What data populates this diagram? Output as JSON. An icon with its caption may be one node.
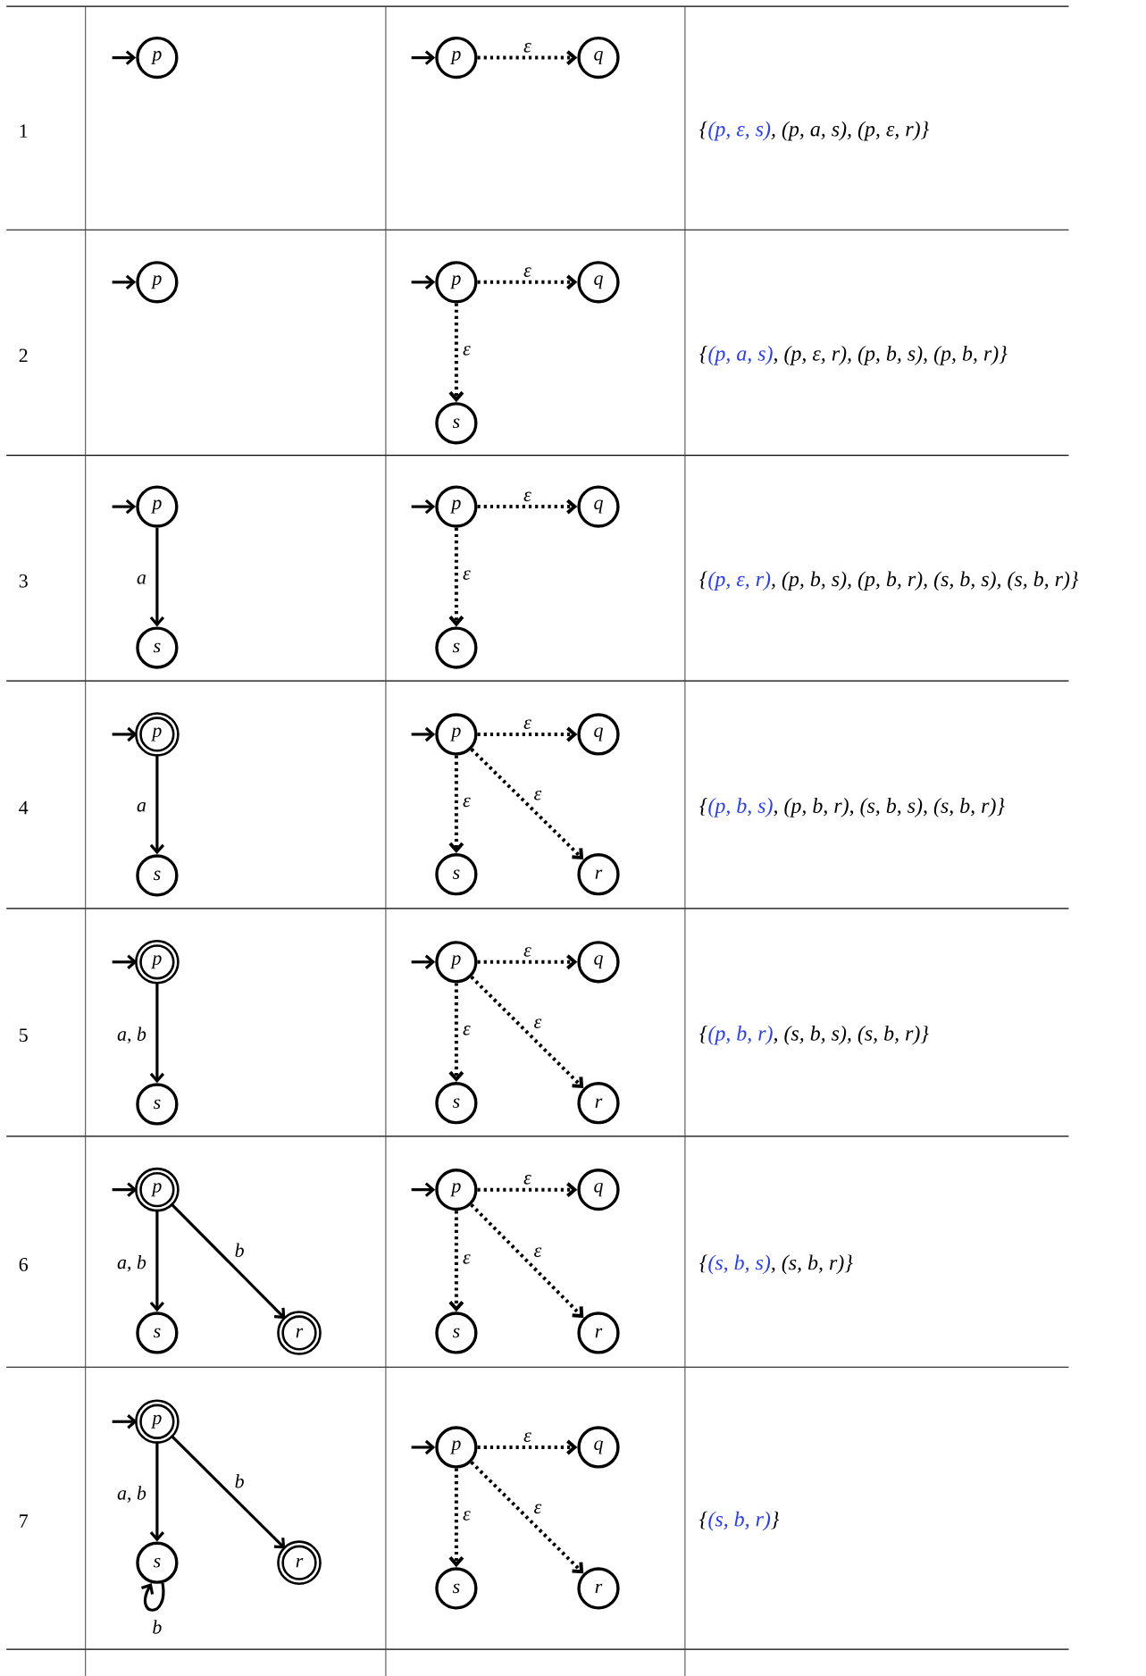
{
  "diagram": {
    "nodes": [
      {
        "text": [
          "p"
        ]
      },
      {
        "text": [
          "p"
        ]
      },
      {
        "text": [
          "q"
        ]
      },
      {
        "text": [
          "p"
        ]
      },
      {
        "text": [
          "p"
        ]
      },
      {
        "text": [
          "q"
        ]
      },
      {
        "text": [
          "s"
        ]
      },
      {
        "text": [
          "p"
        ]
      },
      {
        "text": [
          "s"
        ]
      },
      {
        "text": [
          "p"
        ]
      },
      {
        "text": [
          "q"
        ]
      },
      {
        "text": [
          "s"
        ]
      },
      {
        "text": [
          "p"
        ]
      },
      {
        "text": [
          "s"
        ]
      },
      {
        "text": [
          "p"
        ]
      },
      {
        "text": [
          "q"
        ]
      },
      {
        "text": [
          "s"
        ]
      },
      {
        "text": [
          "r"
        ]
      },
      {
        "text": [
          "p"
        ]
      },
      {
        "text": [
          "s"
        ]
      },
      {
        "text": [
          "p"
        ]
      },
      {
        "text": [
          "q"
        ]
      },
      {
        "text": [
          "s"
        ]
      },
      {
        "text": [
          "r"
        ]
      },
      {
        "text": [
          "p"
        ]
      },
      {
        "text": [
          "s"
        ]
      },
      {
        "text": [
          "r"
        ]
      },
      {
        "text": [
          "p"
        ]
      },
      {
        "text": [
          "q"
        ]
      },
      {
        "text": [
          "s"
        ]
      },
      {
        "text": [
          "r"
        ]
      },
      {
        "text": [
          "p"
        ]
      },
      {
        "text": [
          "s"
        ]
      },
      {
        "text": [
          "r"
        ]
      },
      {
        "text": [
          "p"
        ]
      },
      {
        "text": [
          "q"
        ]
      },
      {
        "text": [
          "s"
        ]
      },
      {
        "text": [
          "r"
        ]
      }
    ],
    "edges": [
      {
        "from": null,
        "to": 0,
        "arrow": "to"
      },
      {
        "from": null,
        "to": 1,
        "arrow": "to"
      },
      {
        "from": 1,
        "to": 2,
        "arrow": "to",
        "label": "ε",
        "style": "dashed"
      },
      {
        "from": null,
        "to": 3,
        "arrow": "to"
      },
      {
        "from": null,
        "to": 4,
        "arrow": "to"
      },
      {
        "from": 4,
        "to": 5,
        "arrow": "to",
        "label": "ε",
        "style": "dashed"
      },
      {
        "from": 4,
        "to": 6,
        "arrow": "to",
        "label": "ε",
        "style": "dashed"
      },
      {
        "from": null,
        "to": 7,
        "arrow": "to"
      },
      {
        "from": 7,
        "to": 8,
        "arrow": "to",
        "label": "a"
      },
      {
        "from": null,
        "to": 9,
        "arrow": "to"
      },
      {
        "from": 9,
        "to": 10,
        "arrow": "to",
        "label": "ε",
        "style": "dashed"
      },
      {
        "from": 9,
        "to": 11,
        "arrow": "to",
        "label": "ε",
        "style": "dashed"
      },
      {
        "from": null,
        "to": 12,
        "arrow": "to"
      },
      {
        "from": 12,
        "to": 13,
        "arrow": "to",
        "label": "a"
      },
      {
        "from": null,
        "to": 14,
        "arrow": "to"
      },
      {
        "from": 14,
        "to": 15,
        "arrow": "to",
        "label": "ε",
        "style": "dashed"
      },
      {
        "from": 14,
        "to": 16,
        "arrow": "to",
        "label": "ε",
        "style": "dashed"
      },
      {
        "from": 14,
        "to": 17,
        "arrow": "to",
        "label": "ε",
        "style": "dashed"
      },
      {
        "from": null,
        "to": 18,
        "arrow": "to"
      },
      {
        "from": 18,
        "to": 19,
        "arrow": "to",
        "label": "a, b"
      },
      {
        "from": null,
        "to": 20,
        "arrow": "to"
      },
      {
        "from": 20,
        "to": 21,
        "arrow": "to",
        "label": "ε",
        "style": "dashed"
      },
      {
        "from": 20,
        "to": 22,
        "arrow": "to",
        "label": "ε",
        "style": "dashed"
      },
      {
        "from": 20,
        "to": 23,
        "arrow": "to",
        "label": "ε",
        "style": "dashed"
      },
      {
        "from": null,
        "to": 24,
        "arrow": "to"
      },
      {
        "from": 24,
        "to": 25,
        "arrow": "to",
        "label": "a, b"
      },
      {
        "from": 24,
        "to": 26,
        "arrow": "to",
        "label": "b"
      },
      {
        "from": null,
        "to": 27,
        "arrow": "to"
      },
      {
        "from": 27,
        "to": 28,
        "arrow": "to",
        "label": "ε",
        "style": "dashed"
      },
      {
        "from": 27,
        "to": 29,
        "arrow": "to",
        "label": "ε",
        "style": "dashed"
      },
      {
        "from": 27,
        "to": 30,
        "arrow": "to",
        "label": "ε",
        "style": "dashed"
      },
      {
        "from": null,
        "to": 31,
        "arrow": "to"
      },
      {
        "from": 31,
        "to": 32,
        "arrow": "to",
        "label": "a, b"
      },
      {
        "from": 31,
        "to": 33,
        "arrow": "to",
        "label": "b"
      },
      {
        "from": 32,
        "to": 32,
        "arrow": "to",
        "label": "b"
      },
      {
        "from": null,
        "to": 34,
        "arrow": "to"
      },
      {
        "from": 34,
        "to": 35,
        "arrow": "to",
        "label": "ε",
        "style": "dashed"
      },
      {
        "from": 34,
        "to": 36,
        "arrow": "to",
        "label": "ε",
        "style": "dashed"
      },
      {
        "from": 34,
        "to": 37,
        "arrow": "to",
        "label": "ε",
        "style": "dashed"
      }
    ],
    "labels": [
      "1",
      "{",
      "(p, ε, s)",
      ", (p, a, s), (p, ε, r)}",
      "2",
      "{",
      "(p, a, s)",
      ", (p, ε, r), (p, b, s), (p, b, r)}",
      "3",
      "{",
      "(p, ε, r)",
      ", (p, b, s), (p, b, r), (s, b, s), (s, b, r)}",
      "4",
      "{",
      "(p, b, s)",
      ", (p, b, r), (s, b, s), (s, b, r)}",
      "5",
      "{",
      "(p, b, r)",
      ", (s, b, s), (s, b, r)}",
      "6",
      "{",
      "(s, b, s)",
      ", (s, b, r)}",
      "7",
      "{",
      "(s, b, r)",
      "}"
    ]
  }
}
